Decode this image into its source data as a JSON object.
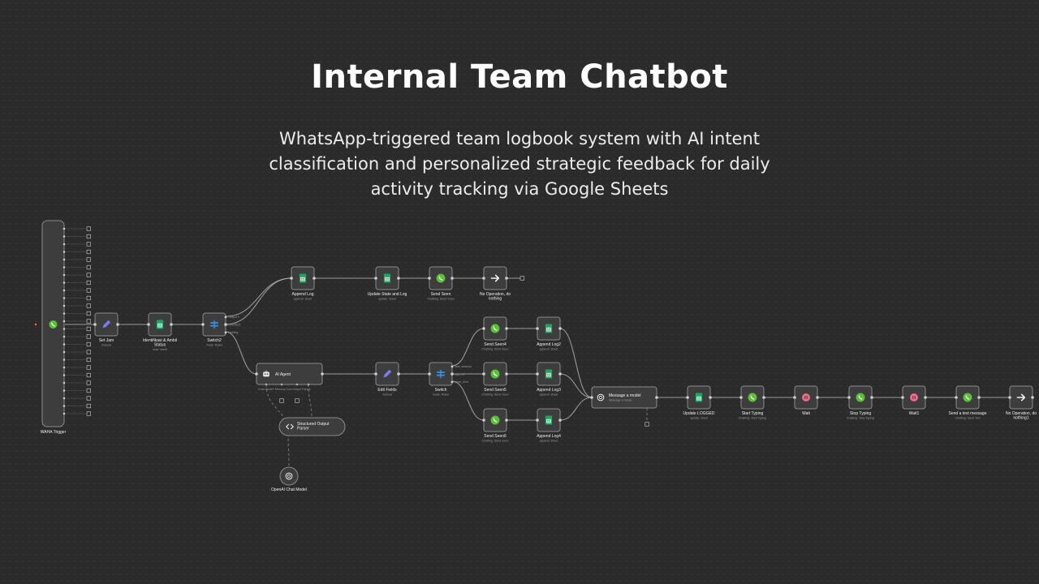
{
  "header": {
    "title": "Internal Team Chatbot",
    "subtitle": "WhatsApp-triggered team logbook system with AI intent classification and personalized strategic feedback for daily activity tracking via Google Sheets"
  },
  "colors": {
    "background": "#2b2b2b",
    "node": "#3d3d3d",
    "sheets_green": "#21a463",
    "whatsapp_green": "#5cbf3a",
    "edit_purple": "#7b7cf0",
    "switch_blue": "#3d8fe0",
    "wait_pink": "#f06b8a"
  },
  "workflow": {
    "trigger": {
      "label": "WAHA Trigger",
      "icon": "whatsapp-icon"
    },
    "nodes": [
      {
        "id": "set_jam",
        "label": "Set Jam",
        "sub": "manual",
        "icon": "pencil-icon"
      },
      {
        "id": "identifikasi",
        "label": "Identifikasi & Ambil Status",
        "sub": "read: sheet",
        "icon": "sheets-icon"
      },
      {
        "id": "switch2",
        "label": "Switch2",
        "sub": "mode: Rules",
        "icon": "switch-icon",
        "outputs": [
          "Output 0",
          "LOGGED",
          "Nothing"
        ]
      },
      {
        "id": "append_log",
        "label": "Append Log",
        "sub": "append: sheet",
        "icon": "sheets-icon"
      },
      {
        "id": "update_state",
        "label": "Update State and Log",
        "sub": "update: sheet",
        "icon": "sheets-icon"
      },
      {
        "id": "send_seen",
        "label": "Send Seen",
        "sub": "Chatting: Send Seen",
        "icon": "whatsapp-icon"
      },
      {
        "id": "noop_top",
        "label": "No Operation, do nothing",
        "sub": "",
        "icon": "arrow-right-icon"
      },
      {
        "id": "ai_agent",
        "label": "AI Agent",
        "sub": "Chat Model*  Memory  Tool  Output Parser",
        "icon": "robot-icon"
      },
      {
        "id": "structured_parser",
        "label": "Structured Output Parser",
        "sub": "",
        "icon": "code-icon"
      },
      {
        "id": "openai_model",
        "label": "OpenAI Chat Model",
        "sub": "",
        "icon": "openai-icon"
      },
      {
        "id": "edit_fields",
        "label": "Edit Fields",
        "sub": "manual",
        "icon": "pencil-icon"
      },
      {
        "id": "switch",
        "label": "Switch",
        "sub": "mode: Rules",
        "icon": "switch-icon",
        "outputs": [
          "new_session",
          "append",
          "close_time"
        ]
      },
      {
        "id": "send_seen4",
        "label": "Send Seen4",
        "sub": "Chatting: Send Seen",
        "icon": "whatsapp-icon"
      },
      {
        "id": "append_log2",
        "label": "Append Log2",
        "sub": "append: sheet",
        "icon": "sheets-icon"
      },
      {
        "id": "send_seen5",
        "label": "Send Seen5",
        "sub": "Chatting: Send Seen",
        "icon": "whatsapp-icon"
      },
      {
        "id": "append_log3",
        "label": "Append Log3",
        "sub": "append: sheet",
        "icon": "sheets-icon"
      },
      {
        "id": "send_seen6",
        "label": "Send Seen6",
        "sub": "Chatting: Send Seen",
        "icon": "whatsapp-icon"
      },
      {
        "id": "append_log4",
        "label": "Append Log4",
        "sub": "append: sheet",
        "icon": "sheets-icon"
      },
      {
        "id": "message_model",
        "label": "Message a model",
        "sub": "Message a model",
        "icon": "openai-icon"
      },
      {
        "id": "update_logged",
        "label": "Update LOGGED",
        "sub": "update: sheet",
        "icon": "sheets-icon"
      },
      {
        "id": "start_typing",
        "label": "Start Typing",
        "sub": "Chatting: Start Typing",
        "icon": "whatsapp-icon"
      },
      {
        "id": "wait",
        "label": "Wait",
        "sub": "",
        "icon": "pause-icon"
      },
      {
        "id": "stop_typing",
        "label": "Stop Typing",
        "sub": "Chatting: Stop Typing",
        "icon": "whatsapp-icon"
      },
      {
        "id": "wait1",
        "label": "Wait1",
        "sub": "",
        "icon": "pause-icon"
      },
      {
        "id": "send_text",
        "label": "Send a text message",
        "sub": "Chatting: Send Text",
        "icon": "whatsapp-icon"
      },
      {
        "id": "noop_end",
        "label": "No Operation, do nothing1",
        "sub": "",
        "icon": "arrow-right-icon"
      }
    ]
  }
}
